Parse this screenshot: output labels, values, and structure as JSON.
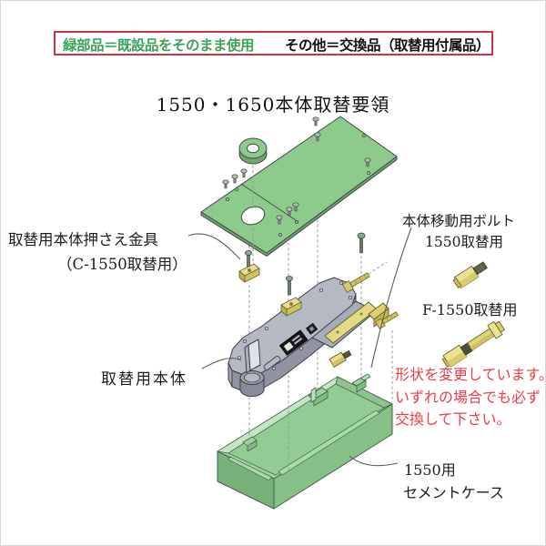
{
  "legend": {
    "green_label": "緑部品＝既設品をそのまま使用",
    "other_label": "その他＝交換品（取替用付属品）"
  },
  "title": "1550・1650本体取替要領",
  "labels": {
    "holder_line1": "取替用本体押さえ金具",
    "holder_line2": "（C-1550取替用）",
    "replacement_body": "取替用本体",
    "move_bolt_line1": "本体移動用ボルト",
    "move_bolt_line2": "1550取替用",
    "f1550": "F-1550取替用",
    "case_line1": "1550用",
    "case_line2": "セメントケース"
  },
  "note": {
    "line1": "形状を変更しています。",
    "line2": "いずれの場合でも必ず",
    "line3": "交換して下さい。"
  },
  "icons": {
    "cover_plate": "green-cover-plate",
    "spindle_ring": "green-spindle-ring",
    "hinge_body": "gray-hinge-body",
    "cement_case": "green-cement-case",
    "bolt_1550": "brass-standoff-bolt",
    "bolt_f1550": "brass-long-bolt"
  },
  "colors": {
    "legend_border": "#cf3540",
    "legend_green_text": "#3da35a",
    "note_red": "#ee3b46",
    "plate_green": "#8ccb8c",
    "case_green": "#9dd49d",
    "body_gray": "#b4b9c3",
    "brass": "#e8de8e"
  }
}
